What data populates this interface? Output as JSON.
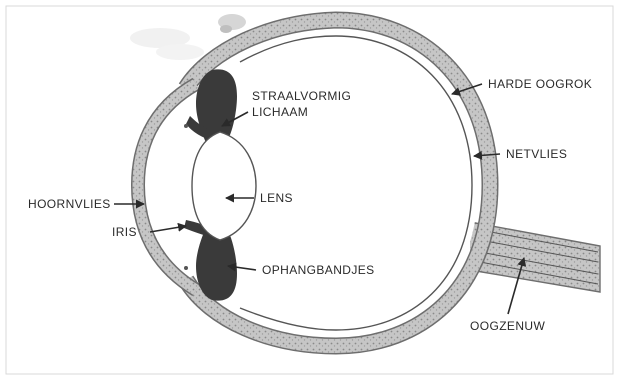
{
  "labels": {
    "ciliary_body_line1": "STRAALVORMIG",
    "ciliary_body_line2": "LICHAAM",
    "sclera": "HARDE OOGROK",
    "retina": "NETVLIES",
    "cornea": "HOORNVLIES",
    "lens": "LENS",
    "iris": "IRIS",
    "zonules": "OPHANGBANDJES",
    "optic_nerve": "OOGZENUW"
  },
  "colors": {
    "paper": "#ffffff",
    "frame": "#d9d9d9",
    "wall": "#bdbdbd",
    "wall_edge": "#6e6e6e",
    "tissue": "#3a3a3a",
    "ink": "#2a2a2a"
  }
}
